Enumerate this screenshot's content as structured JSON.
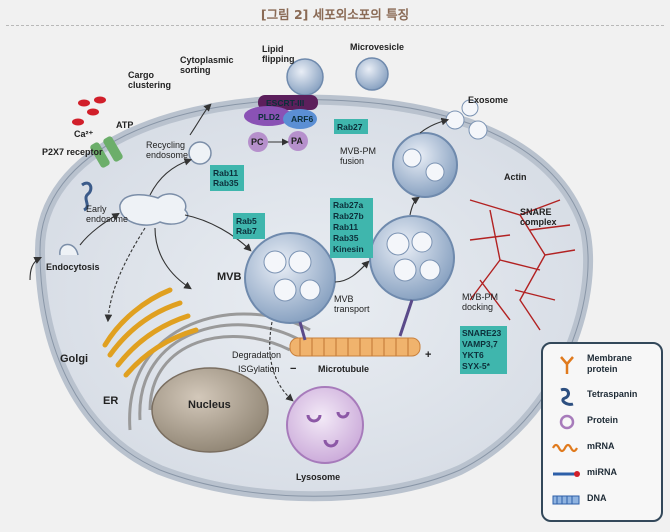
{
  "header": {
    "title": "[그림 2] 세포외소포의 특징"
  },
  "labels": {
    "cargo_clustering": "Cargo\nclustering",
    "cytoplasmic_sorting": "Cytoplasmic\nsorting",
    "lipid_flipping": "Lipid\nflipping",
    "microvesicle": "Microvesicle",
    "exosome": "Exosome",
    "ca": "Ca²⁺",
    "atp": "ATP",
    "p2x7": "P2X7 receptor",
    "recycling_endosome": "Recycling\nendosome",
    "early_endosome": "Early\nendosome",
    "endocytosis": "Endocytosis",
    "escrt": "ESCRT-III",
    "pld2": "PLD2",
    "arf6": "ARF6",
    "pc": "PC",
    "pa": "PA",
    "mvb_pm_fusion": "MVB-PM\nfusion",
    "actin": "Actin",
    "snare_complex": "SNARE\ncomplex",
    "mvb": "MVB",
    "mvb_transport": "MVB\ntransport",
    "mvb_pm_docking": "MVB-PM\ndocking",
    "golgi": "Golgi",
    "er": "ER",
    "nucleus": "Nucleus",
    "degradation": "Degradation",
    "isgylation": "ISGylation",
    "microtubule": "Microtubule",
    "minus": "−",
    "plus": "+",
    "lysosome": "Lysosome"
  },
  "rab_boxes": {
    "rab27": "Rab27",
    "rab11_35": "Rab11\nRab35",
    "rab5_7": "Rab5\nRab7",
    "rab27ab": "Rab27a\nRab27b\nRab11\nRab35\nKinesin",
    "snare": "SNARE23\nVAMP3,7\nYKT6\nSYX-5*"
  },
  "legend": [
    {
      "icon": "membrane-protein-icon",
      "label": "Membrane\nprotein"
    },
    {
      "icon": "tetraspanin-icon",
      "label": "Tetraspanin"
    },
    {
      "icon": "protein-icon",
      "label": "Protein"
    },
    {
      "icon": "mrna-icon",
      "label": "mRNA"
    },
    {
      "icon": "mirna-icon",
      "label": "miRNA"
    },
    {
      "icon": "dna-icon",
      "label": "DNA"
    }
  ],
  "colors": {
    "teal_box": "#3fb6ad",
    "cell_fill": "#dfe4ea",
    "membrane": "#c7cfd9",
    "vesicle": "#9fb6cf",
    "golgi": "#e6a21a",
    "actin": "#b22222",
    "microtubule": "#e8a15a"
  }
}
